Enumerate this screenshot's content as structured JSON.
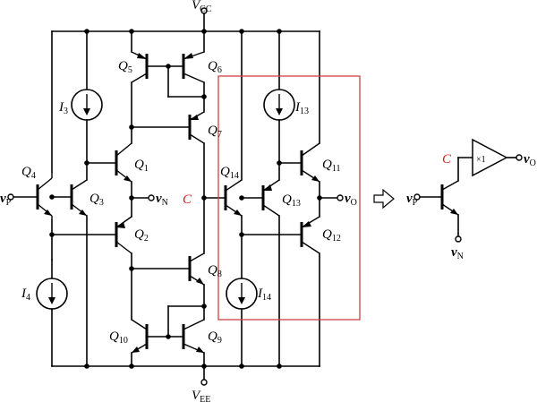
{
  "labels": {
    "vcc": {
      "main": "V",
      "sub": "CC"
    },
    "vee": {
      "main": "V",
      "sub": "EE"
    },
    "q1": {
      "main": "Q",
      "sub": "1"
    },
    "q2": {
      "main": "Q",
      "sub": "2"
    },
    "q3": {
      "main": "Q",
      "sub": "3"
    },
    "q4": {
      "main": "Q",
      "sub": "4"
    },
    "q5": {
      "main": "Q",
      "sub": "5"
    },
    "q6": {
      "main": "Q",
      "sub": "6"
    },
    "q7": {
      "main": "Q",
      "sub": "7"
    },
    "q8": {
      "main": "Q",
      "sub": "8"
    },
    "q9": {
      "main": "Q",
      "sub": "9"
    },
    "q10": {
      "main": "Q",
      "sub": "10"
    },
    "q11": {
      "main": "Q",
      "sub": "11"
    },
    "q12": {
      "main": "Q",
      "sub": "12"
    },
    "q13": {
      "main": "Q",
      "sub": "13"
    },
    "q14": {
      "main": "Q",
      "sub": "14"
    },
    "i3": {
      "main": "I",
      "sub": "3"
    },
    "i4": {
      "main": "I",
      "sub": "4"
    },
    "i13": {
      "main": "I",
      "sub": "13"
    },
    "i14": {
      "main": "I",
      "sub": "14"
    },
    "vp": {
      "main": "v",
      "sub": "P"
    },
    "vn": {
      "main": "v",
      "sub": "N"
    },
    "vo": {
      "main": "v",
      "sub": "O"
    },
    "c": "C",
    "vp_eq": {
      "main": "v",
      "sub": "P"
    },
    "vn_eq": {
      "main": "v",
      "sub": "N"
    },
    "vo_eq": {
      "main": "v",
      "sub": "O"
    },
    "c_eq": "C",
    "buffer_gain": "×1"
  },
  "colors": {
    "wire": "#000000",
    "highlight_box": "#d04040",
    "node_label_c": "#d02020"
  }
}
